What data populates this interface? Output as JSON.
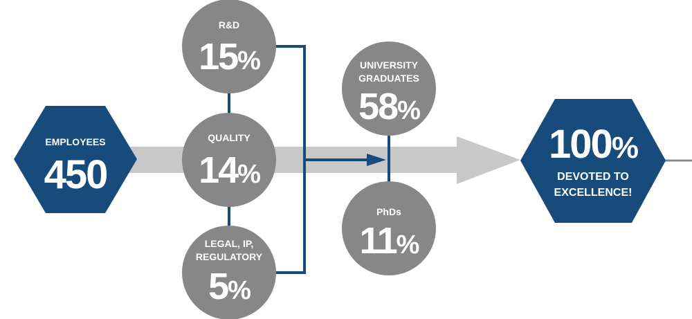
{
  "employees": {
    "label": "EMPLOYEES",
    "value": "450"
  },
  "departments": [
    {
      "label_lines": [
        "R&D"
      ],
      "value": "15",
      "unit": "%"
    },
    {
      "label_lines": [
        "QUALITY"
      ],
      "value": "14",
      "unit": "%"
    },
    {
      "label_lines": [
        "LEGAL, IP,",
        "REGULATORY"
      ],
      "value": "5",
      "unit": "%"
    }
  ],
  "education": [
    {
      "label_lines": [
        "UNIVERSITY",
        "GRADUATES"
      ],
      "value": "58",
      "unit": "%"
    },
    {
      "label_lines": [
        "PhDs"
      ],
      "value": "11",
      "unit": "%"
    }
  ],
  "result": {
    "value": "100",
    "unit": "%",
    "line1": "DEVOTED TO",
    "line2": "EXCELLENCE!"
  },
  "colors": {
    "navy": "#174B7C",
    "gray": "#878788",
    "arrow": "#C8C8C8",
    "line": "#174B7C",
    "white": "#FFFFFF"
  }
}
